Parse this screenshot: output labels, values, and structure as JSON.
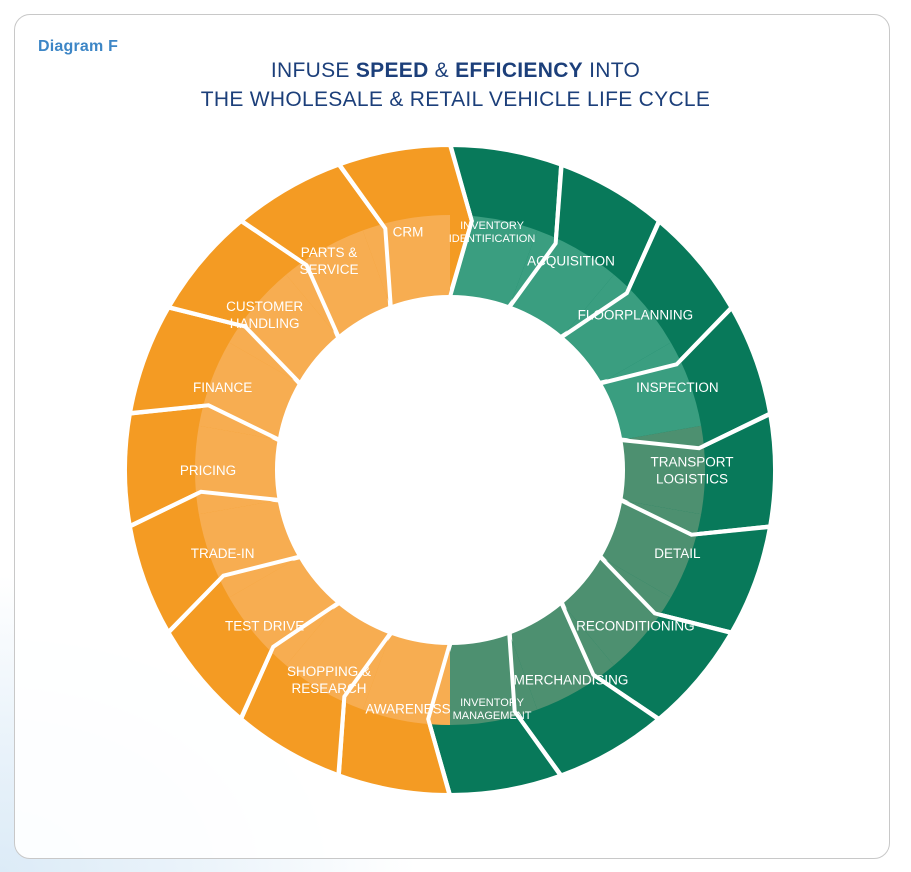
{
  "diagram_label": "Diagram F",
  "title": {
    "line1_pre": "INFUSE ",
    "line1_bold1": "SPEED",
    "line1_mid": " & ",
    "line1_bold2": "EFFICIENCY",
    "line1_post": " INTO",
    "line2": "THE WHOLESALE & RETAIL VEHICLE LIFE CYCLE"
  },
  "colors": {
    "orange_outer": "#f49b23",
    "orange_inner": "#f7ad51",
    "green_outer": "#08795a",
    "green_inner_light": "#3a9e80",
    "green_inner_muted": "#4d9070",
    "separator": "#ffffff"
  },
  "segments": [
    {
      "label": [
        "INVENTORY",
        "IDENTIFICATION"
      ],
      "group": "green",
      "small": true
    },
    {
      "label": [
        "ACQUISITION"
      ],
      "group": "green"
    },
    {
      "label": [
        "FLOORPLANNING"
      ],
      "group": "green"
    },
    {
      "label": [
        "INSPECTION"
      ],
      "group": "green"
    },
    {
      "label": [
        "TRANSPORT",
        "LOGISTICS"
      ],
      "group": "green"
    },
    {
      "label": [
        "DETAIL"
      ],
      "group": "green"
    },
    {
      "label": [
        "RECONDITIONING"
      ],
      "group": "green"
    },
    {
      "label": [
        "MERCHANDISING"
      ],
      "group": "green"
    },
    {
      "label": [
        "INVENTORY",
        "MANAGEMENT"
      ],
      "group": "green",
      "small": true
    },
    {
      "label": [
        "AWARENESS"
      ],
      "group": "orange"
    },
    {
      "label": [
        "SHOPPING &",
        "RESEARCH"
      ],
      "group": "orange"
    },
    {
      "label": [
        "TEST DRIVE"
      ],
      "group": "orange"
    },
    {
      "label": [
        "TRADE-IN"
      ],
      "group": "orange"
    },
    {
      "label": [
        "PRICING"
      ],
      "group": "orange"
    },
    {
      "label": [
        "FINANCE"
      ],
      "group": "orange"
    },
    {
      "label": [
        "CUSTOMER",
        "HANDLING"
      ],
      "group": "orange"
    },
    {
      "label": [
        "PARTS &",
        "SERVICE"
      ],
      "group": "orange"
    },
    {
      "label": [
        "CRM"
      ],
      "group": "orange"
    }
  ]
}
